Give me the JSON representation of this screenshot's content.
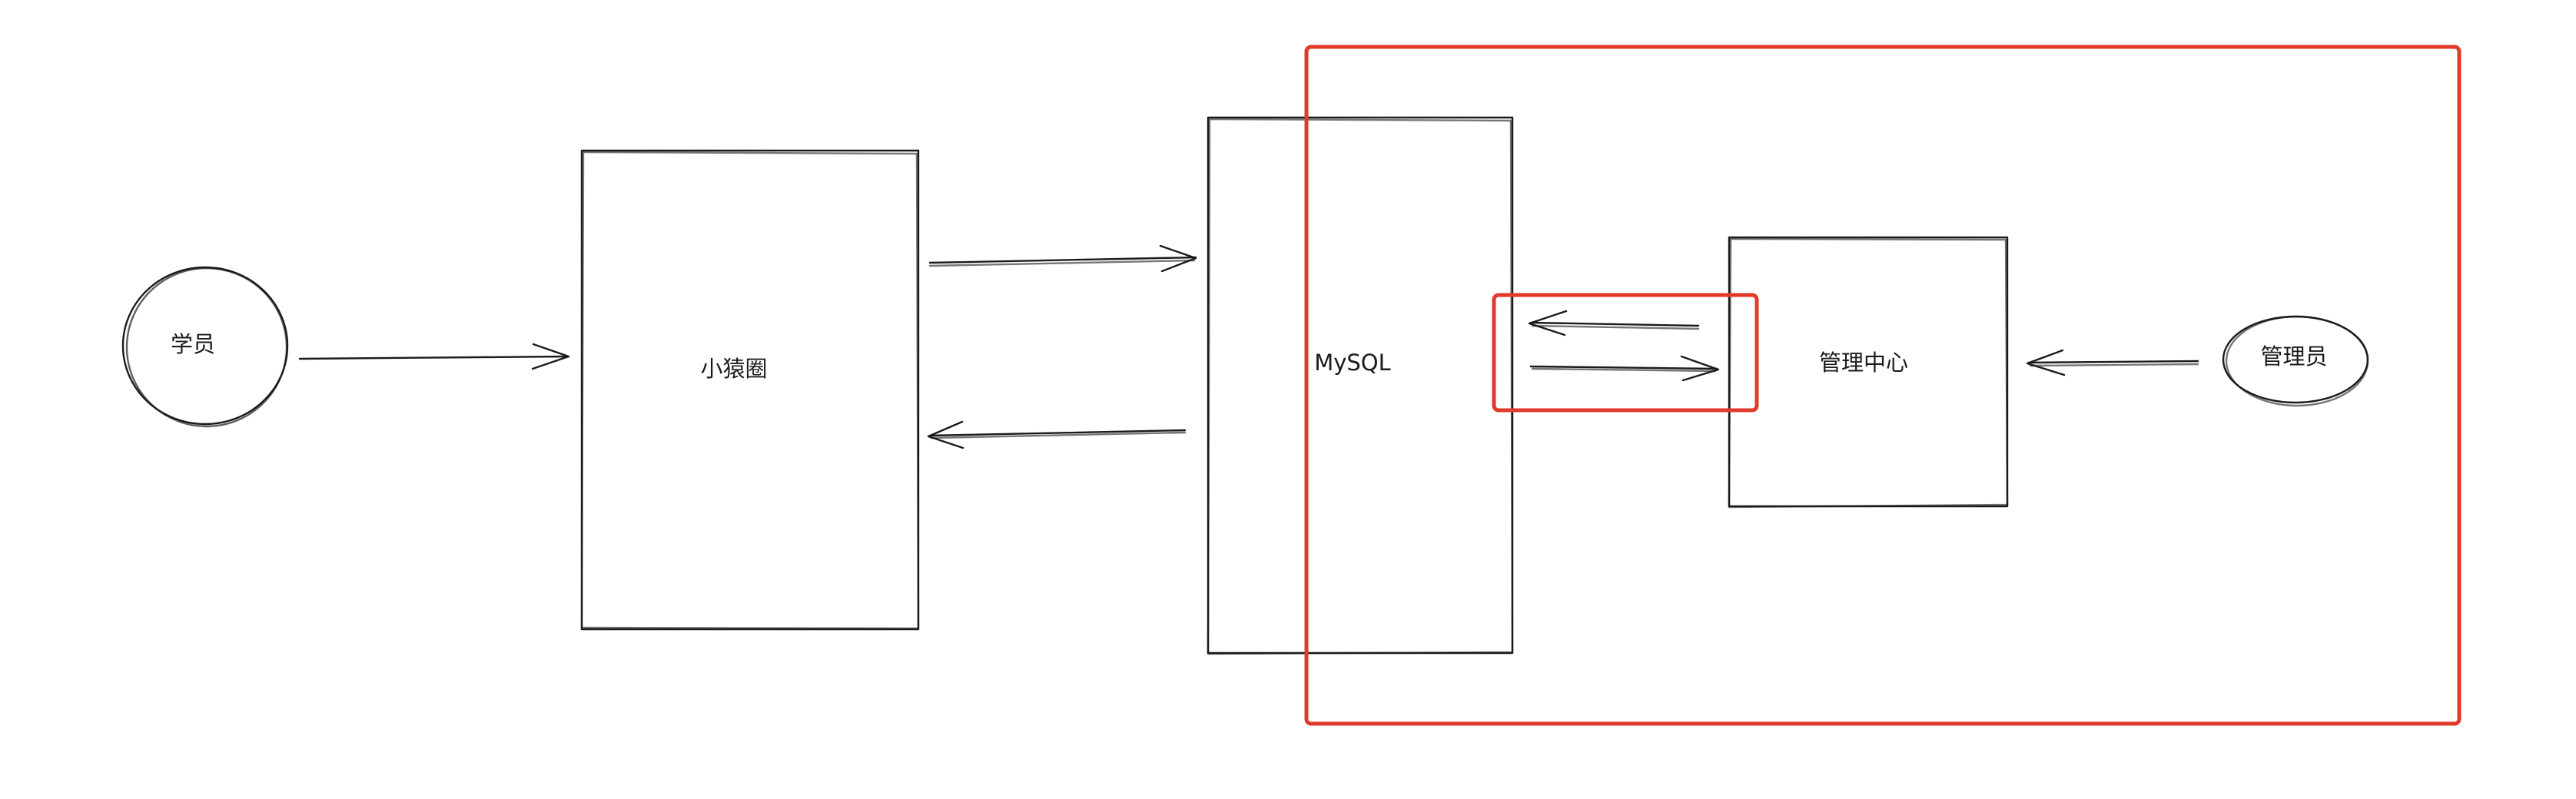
{
  "nodes": {
    "student": {
      "label": "学员"
    },
    "xiaoyuanquan": {
      "label": "小猿圈"
    },
    "mysql": {
      "label": "MySQL"
    },
    "admin_center": {
      "label": "管理中心"
    },
    "admin": {
      "label": "管理员"
    }
  },
  "colors": {
    "ink": "#1b1b1b",
    "highlight": "#e03a28",
    "background": "#ffffff"
  }
}
